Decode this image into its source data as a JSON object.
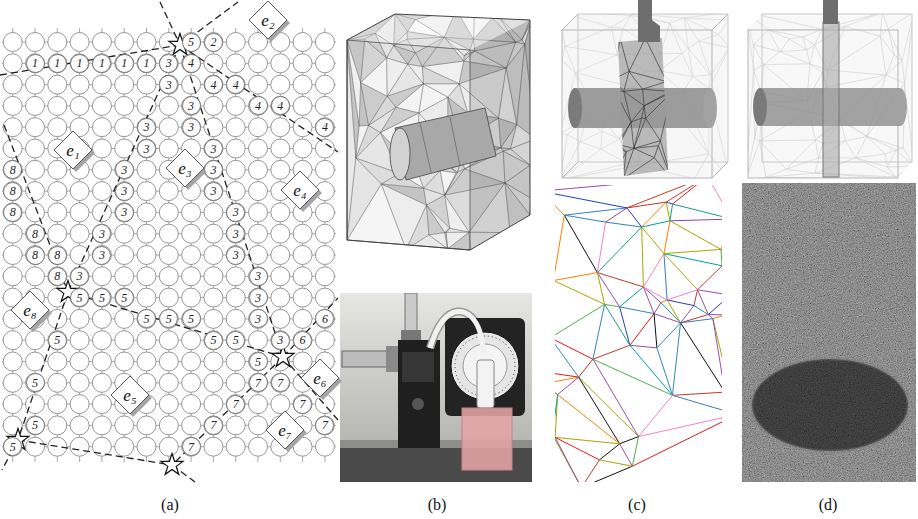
{
  "diagram": {
    "nodes": [
      {
        "text": [
          "e₂"
        ]
      },
      {
        "text": [
          "5"
        ]
      },
      {
        "text": [
          "2"
        ]
      },
      {
        "text": [
          "1"
        ]
      },
      {
        "text": [
          "1"
        ]
      },
      {
        "text": [
          "1"
        ]
      },
      {
        "text": [
          "1"
        ]
      },
      {
        "text": [
          "1"
        ]
      },
      {
        "text": [
          "1"
        ]
      },
      {
        "text": [
          "3"
        ]
      },
      {
        "text": [
          "4"
        ]
      },
      {
        "text": [
          "3"
        ]
      },
      {
        "text": [
          "4"
        ]
      },
      {
        "text": [
          "4"
        ]
      },
      {
        "text": [
          "3"
        ]
      },
      {
        "text": [
          "4"
        ]
      },
      {
        "text": [
          "4"
        ]
      },
      {
        "text": [
          "3"
        ]
      },
      {
        "text": [
          "3"
        ]
      },
      {
        "text": [
          "4"
        ]
      },
      {
        "text": [
          "3"
        ]
      },
      {
        "text": [
          "3"
        ]
      },
      {
        "text": [
          "e₁"
        ]
      },
      {
        "text": [
          "e₃"
        ]
      },
      {
        "text": [
          "8"
        ]
      },
      {
        "text": [
          "3"
        ]
      },
      {
        "text": [
          "3"
        ]
      },
      {
        "text": [
          "e₄"
        ]
      },
      {
        "text": [
          "8"
        ]
      },
      {
        "text": [
          "3"
        ]
      },
      {
        "text": [
          "3"
        ]
      },
      {
        "text": [
          "8"
        ]
      },
      {
        "text": [
          "3"
        ]
      },
      {
        "text": [
          "3"
        ]
      },
      {
        "text": [
          "8"
        ]
      },
      {
        "text": [
          "3"
        ]
      },
      {
        "text": [
          "3"
        ]
      },
      {
        "text": [
          "8"
        ]
      },
      {
        "text": [
          "8"
        ]
      },
      {
        "text": [
          "3"
        ]
      },
      {
        "text": [
          "3"
        ]
      },
      {
        "text": [
          "8"
        ]
      },
      {
        "text": [
          "3"
        ]
      },
      {
        "text": [
          "3"
        ]
      },
      {
        "text": [
          "5"
        ]
      },
      {
        "text": [
          "5"
        ]
      },
      {
        "text": [
          "5"
        ]
      },
      {
        "text": [
          "3"
        ]
      },
      {
        "text": [
          "e₈"
        ]
      },
      {
        "text": [
          "5"
        ]
      },
      {
        "text": [
          "5"
        ]
      },
      {
        "text": [
          "5"
        ]
      },
      {
        "text": [
          "3"
        ]
      },
      {
        "text": [
          "6"
        ]
      },
      {
        "text": [
          "5"
        ]
      },
      {
        "text": [
          "5"
        ]
      },
      {
        "text": [
          "5"
        ]
      },
      {
        "text": [
          "3"
        ]
      },
      {
        "text": [
          "6"
        ]
      },
      {
        "text": [
          "5"
        ]
      },
      {
        "text": [
          "e₆"
        ]
      },
      {
        "text": [
          "5"
        ]
      },
      {
        "text": [
          "7"
        ]
      },
      {
        "text": [
          "7"
        ]
      },
      {
        "text": [
          "e₅"
        ]
      },
      {
        "text": [
          "7"
        ]
      },
      {
        "text": [
          "7"
        ]
      },
      {
        "text": [
          "5"
        ]
      },
      {
        "text": [
          "7"
        ]
      },
      {
        "text": [
          "7"
        ]
      },
      {
        "text": [
          "e₇"
        ]
      },
      {
        "text": [
          "5"
        ]
      },
      {
        "text": [
          "7"
        ]
      }
    ],
    "labels": [
      "(a)",
      "(b)",
      "(c)",
      "(d)"
    ]
  }
}
